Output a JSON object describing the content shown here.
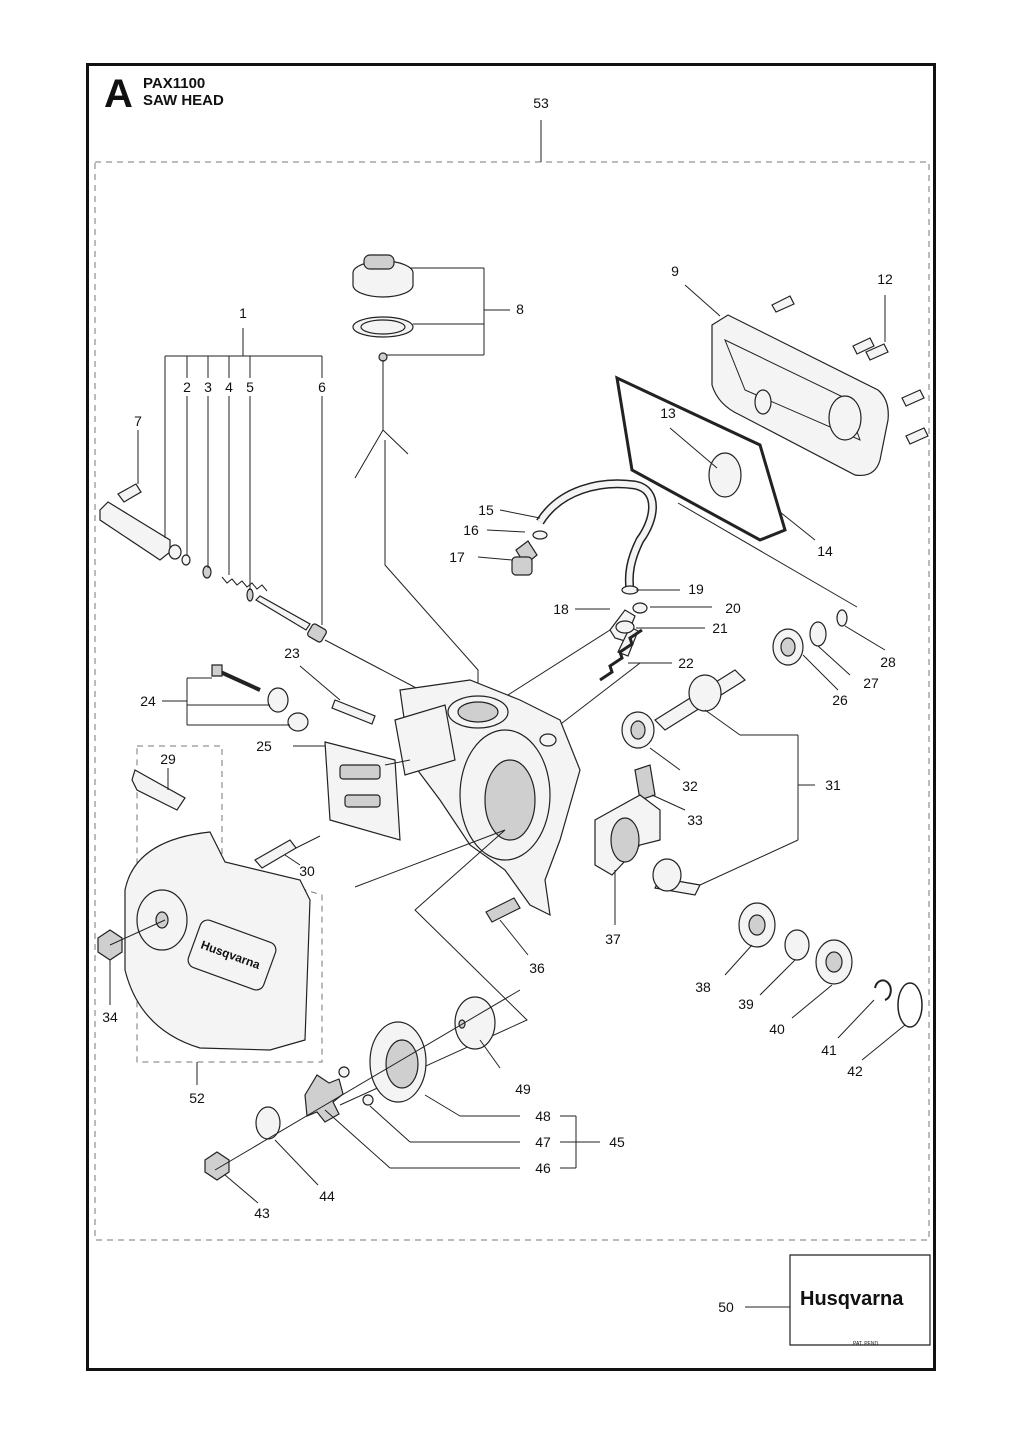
{
  "header": {
    "section_letter": "A",
    "model": "PAX1100",
    "title": "SAW HEAD"
  },
  "badge": {
    "brand": "Husqvarna",
    "small_print": "PAT. PEND."
  },
  "cover_brand": "Husqvarna",
  "callouts": [
    "1",
    "2",
    "3",
    "4",
    "5",
    "6",
    "7",
    "8",
    "9",
    "12",
    "13",
    "14",
    "15",
    "16",
    "17",
    "18",
    "19",
    "20",
    "21",
    "22",
    "23",
    "24",
    "25",
    "26",
    "27",
    "28",
    "29",
    "30",
    "31",
    "32",
    "33",
    "34",
    "36",
    "37",
    "38",
    "39",
    "40",
    "41",
    "42",
    "43",
    "44",
    "45",
    "46",
    "47",
    "48",
    "49",
    "50",
    "52",
    "53"
  ]
}
